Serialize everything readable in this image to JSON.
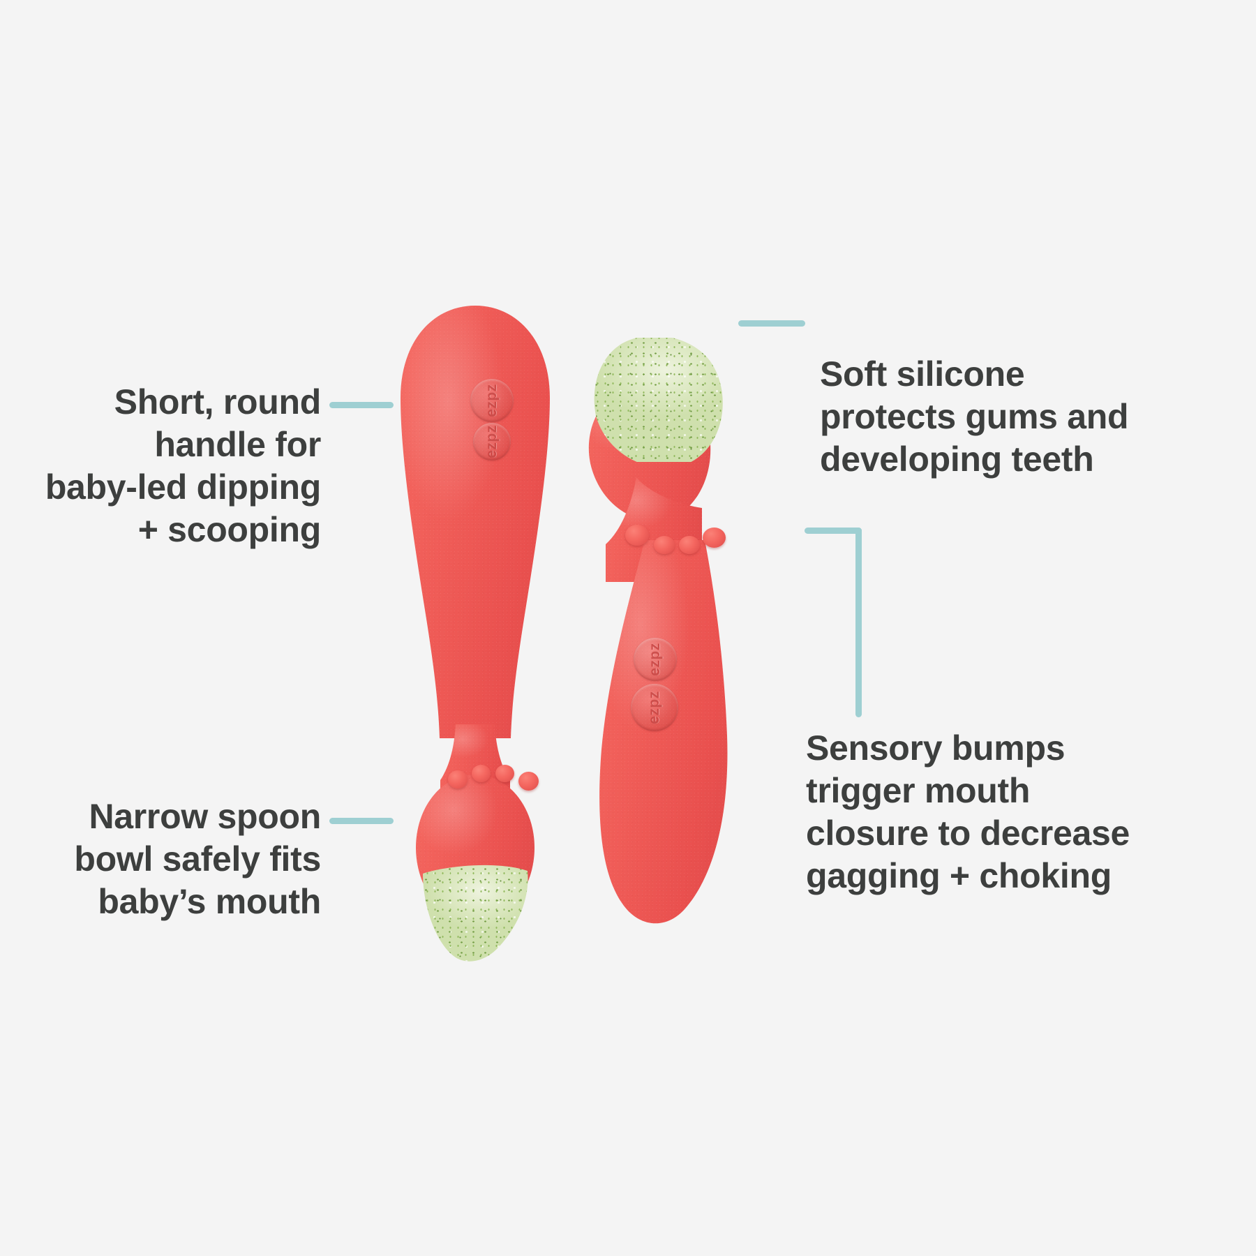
{
  "page": {
    "title": "ezpz Tiny Spoon feature infographic",
    "background_color": "#f4f4f4",
    "text_color": "#3d3f3e",
    "accent_color": "#9ecfd2",
    "product_color": "#ef5b57",
    "food_color": "#d9e6bd"
  },
  "callouts": {
    "handle": {
      "text": "Short, round\nhandle for\nbaby-led dipping\n+ scooping",
      "align": "right"
    },
    "bowl": {
      "text": "Narrow spoon\nbowl safely fits\nbaby’s mouth",
      "align": "right"
    },
    "silicone": {
      "text": "Soft silicone\nprotects gums and\ndeveloping teeth",
      "align": "left"
    },
    "bumps": {
      "text": "Sensory bumps\ntrigger mouth\nclosure to decrease\ngagging + choking",
      "align": "left"
    }
  },
  "product": {
    "brand_mark": "ezpz",
    "spoon_left": {
      "label": "spoon shown handle-up with puree on bowl",
      "bump_count": 4,
      "logo_count": 2
    },
    "spoon_right": {
      "label": "spoon shown bowl-up with puree on bowl",
      "bump_count": 4,
      "logo_count": 2
    }
  }
}
